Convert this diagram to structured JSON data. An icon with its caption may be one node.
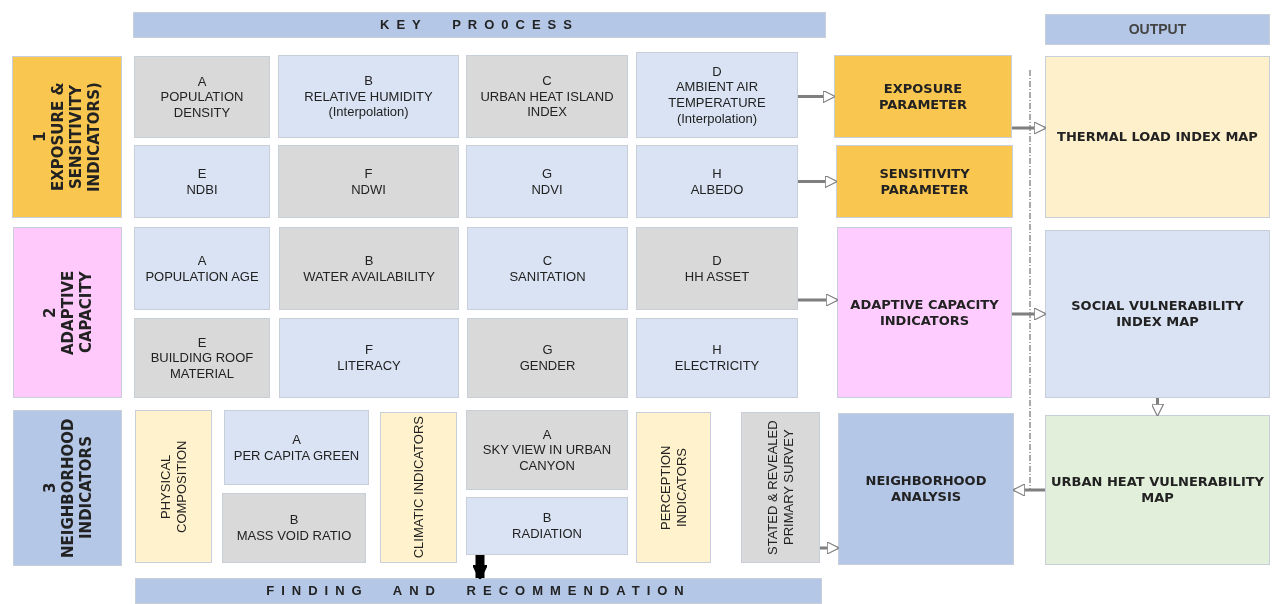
{
  "diagram": {
    "nodes": [
      {
        "text": [
          "KEY PRO0CESS"
        ]
      },
      {
        "text": [
          "OUTPUT"
        ]
      },
      {
        "text": [
          "1",
          "EXPOSURE & SENSITIVITY INDICATORS)"
        ]
      },
      {
        "text": [
          "A",
          "POPULATION DENSITY"
        ]
      },
      {
        "text": [
          "B",
          "RELATIVE HUMIDITY (Interpolation)"
        ]
      },
      {
        "text": [
          "C",
          "URBAN HEAT ISLAND INDEX"
        ]
      },
      {
        "text": [
          "D",
          "AMBIENT AIR TEMPERATURE (Interpolation)"
        ]
      },
      {
        "text": [
          "EXPOSURE PARAMETER"
        ]
      },
      {
        "text": [
          "THERMAL LOAD INDEX MAP"
        ]
      },
      {
        "text": [
          "E",
          "NDBI"
        ]
      },
      {
        "text": [
          "F",
          "NDWI"
        ]
      },
      {
        "text": [
          "G",
          "NDVI"
        ]
      },
      {
        "text": [
          "H",
          "ALBEDO"
        ]
      },
      {
        "text": [
          "SENSITIVITY PARAMETER"
        ]
      },
      {
        "text": [
          "2",
          "ADAPTIVE CAPACITY"
        ]
      },
      {
        "text": [
          "A",
          "POPULATION AGE"
        ]
      },
      {
        "text": [
          "B",
          "WATER AVAILABILITY"
        ]
      },
      {
        "text": [
          "C",
          "SANITATION"
        ]
      },
      {
        "text": [
          "D",
          "HH ASSET"
        ]
      },
      {
        "text": [
          "ADAPTIVE CAPACITY INDICATORS"
        ]
      },
      {
        "text": [
          "SOCIAL VULNERABILITY INDEX MAP"
        ]
      },
      {
        "text": [
          "E",
          "BUILDING ROOF MATERIAL"
        ]
      },
      {
        "text": [
          "F",
          "LITERACY"
        ]
      },
      {
        "text": [
          "G",
          "GENDER"
        ]
      },
      {
        "text": [
          "H",
          "ELECTRICITY"
        ]
      },
      {
        "text": [
          "3",
          "NEIGHBORHOOD INDICATORS"
        ]
      },
      {
        "text": [
          "PHYSICAL COMPOSITION"
        ]
      },
      {
        "text": [
          "A",
          "PER CAPITA GREEN"
        ]
      },
      {
        "text": [
          "CLIMATIC INDICATORS"
        ]
      },
      {
        "text": [
          "A",
          "SKY VIEW IN URBAN CANYON"
        ]
      },
      {
        "text": [
          "PERCEPTION INDICATORS"
        ]
      },
      {
        "text": [
          "STATED & REVEALED PRIMARY SURVEY"
        ]
      },
      {
        "text": [
          "NEIGHBORHOOD ANALYSIS"
        ]
      },
      {
        "text": [
          "URBAN HEAT VULNERABILITY MAP"
        ]
      },
      {
        "text": [
          "B",
          "MASS VOID RATIO"
        ]
      },
      {
        "text": [
          "B",
          "RADIATION"
        ]
      },
      {
        "text": [
          "FINDING AND RECOMMENDATION"
        ]
      }
    ],
    "edges": [
      {
        "from": 6,
        "to": 7,
        "arrow": "to"
      },
      {
        "from": 12,
        "to": 13,
        "arrow": "to"
      },
      {
        "from": 7,
        "to": 8,
        "arrow": "to"
      },
      {
        "from": 18,
        "to": 19,
        "arrow": "to"
      },
      {
        "from": 19,
        "to": 20,
        "arrow": "to"
      },
      {
        "from": 20,
        "to": 33,
        "arrow": "to"
      },
      {
        "from": 33,
        "to": 32,
        "arrow": "to"
      },
      {
        "from": 31,
        "to": 32,
        "arrow": "to"
      },
      {
        "from": 35,
        "to": 36,
        "arrow": "to",
        "style": "thick",
        "color": "#000000"
      }
    ]
  }
}
